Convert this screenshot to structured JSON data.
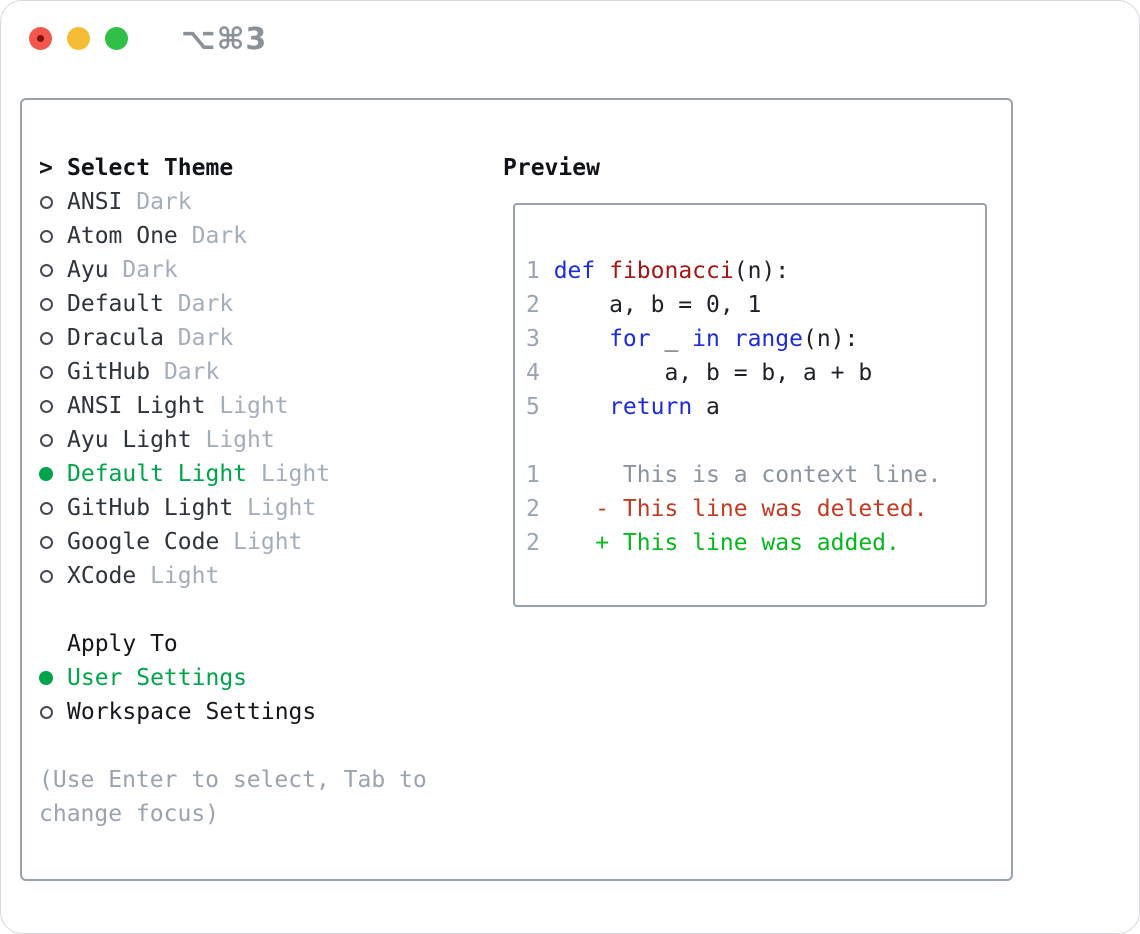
{
  "window": {
    "title": "⌥⌘3",
    "traffic_lights": [
      "close",
      "minimize",
      "zoom"
    ]
  },
  "colors": {
    "selected_green": "#00a44a",
    "keyword_blue": "#1d2bdb",
    "function_red": "#a31815",
    "diff_deleted_red": "#c23b22",
    "diff_added_green": "#07b71e",
    "muted_gray": "#a4aebb",
    "border_gray": "#99a1ad",
    "traffic_red": "#f2564d",
    "traffic_yellow": "#f5bd33",
    "traffic_green": "#30c048"
  },
  "theme_panel": {
    "header_prefix": ">",
    "header": "Select Theme",
    "themes": [
      {
        "name": "ANSI",
        "variant": "Dark",
        "selected": false
      },
      {
        "name": "Atom One",
        "variant": "Dark",
        "selected": false
      },
      {
        "name": "Ayu",
        "variant": "Dark",
        "selected": false
      },
      {
        "name": "Default",
        "variant": "Dark",
        "selected": false
      },
      {
        "name": "Dracula",
        "variant": "Dark",
        "selected": false
      },
      {
        "name": "GitHub",
        "variant": "Dark",
        "selected": false
      },
      {
        "name": "ANSI Light",
        "variant": "Light",
        "selected": false
      },
      {
        "name": "Ayu Light",
        "variant": "Light",
        "selected": false
      },
      {
        "name": "Default Light",
        "variant": "Light",
        "selected": true
      },
      {
        "name": "GitHub Light",
        "variant": "Light",
        "selected": false
      },
      {
        "name": "Google Code",
        "variant": "Light",
        "selected": false
      },
      {
        "name": "XCode",
        "variant": "Light",
        "selected": false
      }
    ],
    "apply_to": {
      "header": "Apply To",
      "options": [
        {
          "label": "User Settings",
          "selected": true
        },
        {
          "label": "Workspace Settings",
          "selected": false
        }
      ]
    },
    "hint_lines": [
      "(Use Enter to select, Tab to",
      "change focus)"
    ]
  },
  "preview": {
    "header": "Preview",
    "lines": [
      {
        "num": "1",
        "tokens": [
          [
            "def",
            "kw"
          ],
          [
            " ",
            "plain"
          ],
          [
            "fibonacci",
            "fn"
          ],
          [
            "(n):",
            "plain"
          ]
        ]
      },
      {
        "num": "2",
        "tokens": [
          [
            "    a, b = 0, 1",
            "plain"
          ]
        ]
      },
      {
        "num": "3",
        "tokens": [
          [
            "    ",
            "plain"
          ],
          [
            "for",
            "kw"
          ],
          [
            " _ ",
            "plain"
          ],
          [
            "in",
            "kw"
          ],
          [
            " ",
            "plain"
          ],
          [
            "range",
            "kw"
          ],
          [
            "(n):",
            "plain"
          ]
        ]
      },
      {
        "num": "4",
        "tokens": [
          [
            "        a, b = b, a + b",
            "plain"
          ]
        ]
      },
      {
        "num": "5",
        "tokens": [
          [
            "    ",
            "plain"
          ],
          [
            "return",
            "kw"
          ],
          [
            " a",
            "plain"
          ]
        ]
      },
      {
        "num": "",
        "tokens": []
      },
      {
        "num": "1",
        "tokens": [
          [
            "     This is a context line.",
            "ctx"
          ]
        ]
      },
      {
        "num": "2",
        "tokens": [
          [
            "   - This line was deleted.",
            "del"
          ]
        ]
      },
      {
        "num": "2",
        "tokens": [
          [
            "   + This line was added.",
            "add"
          ]
        ]
      }
    ]
  }
}
